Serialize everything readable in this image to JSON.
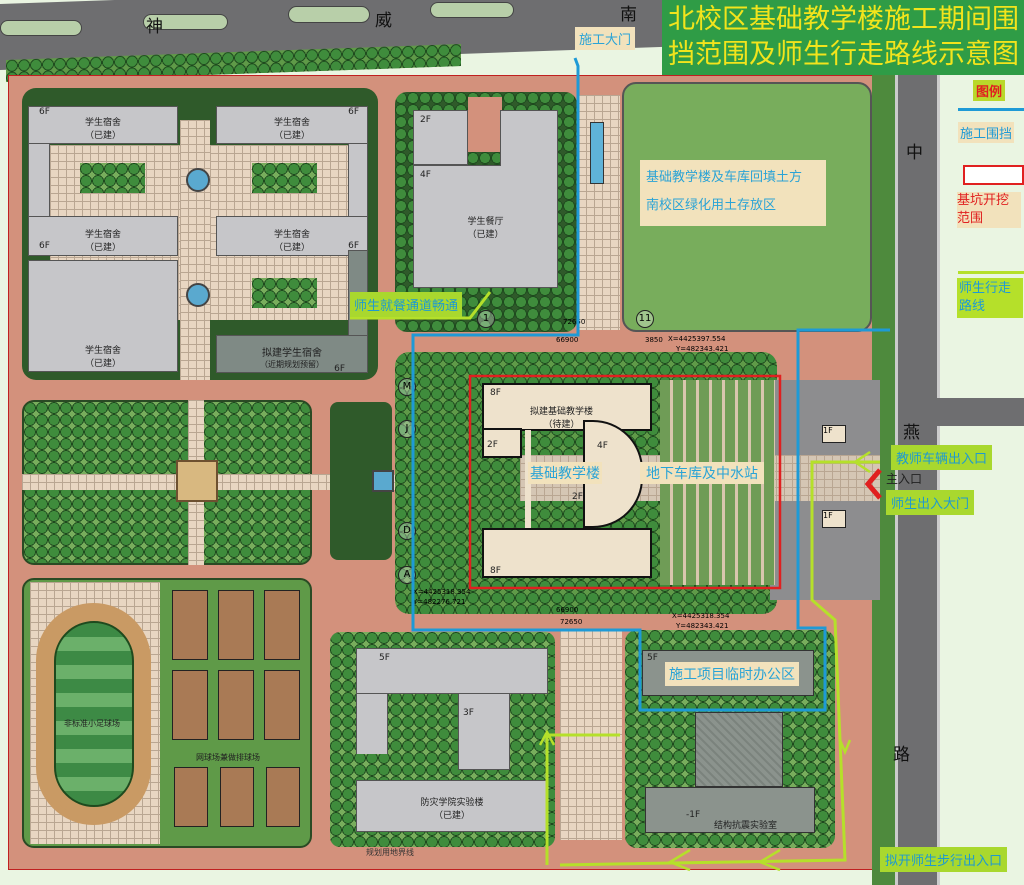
{
  "title": {
    "line1": "北校区基础教学楼施工期间围",
    "line2": "挡范围及师生行走路线示意图"
  },
  "roads": {
    "north": [
      "神",
      "威",
      "南"
    ],
    "east": [
      "中",
      "燕",
      "路"
    ],
    "main_entrance": "主入口"
  },
  "legend": {
    "title": "图例",
    "items": [
      {
        "label": "施工围挡",
        "color": "#1e9ad6"
      },
      {
        "label": "基坑开挖范围",
        "color": "#e02020"
      },
      {
        "label": "师生行走路线",
        "color": "#b5e02a"
      }
    ]
  },
  "buildings": {
    "dorm_nw": {
      "name": "学生宿舍",
      "status": "（已建）",
      "floors": "6F"
    },
    "dorm_ne": {
      "name": "学生宿舍",
      "status": "（已建）",
      "floors": "6F"
    },
    "dorm_w2": {
      "name": "学生宿舍",
      "status": "（已建）",
      "floors": "6F"
    },
    "dorm_e2": {
      "name": "学生宿舍",
      "status": "（已建）",
      "floors": "6F"
    },
    "dorm_sw": {
      "name": "学生宿舍",
      "status": "（已建）"
    },
    "dorm_planned": {
      "name": "拟建学生宿舍",
      "status": "（近期规划预留）",
      "floors": "6F"
    },
    "dining": {
      "name": "学生餐厅",
      "status": "（已建）",
      "floors_a": "2F",
      "floors_b": "4F"
    },
    "teaching": {
      "name": "拟建基础教学楼",
      "status": "（待建）",
      "f1": "8F",
      "f2": "2F",
      "f3": "4F",
      "f4": "2F",
      "f5": "8F"
    },
    "lab": {
      "name": "防灾学院实验楼",
      "status": "（已建）",
      "f1": "5F",
      "f2": "3F"
    },
    "office_floors": "5F",
    "seismic": {
      "name": "结构抗震实验室",
      "floors": "-1F"
    },
    "gate_floors": [
      "1F",
      "1F"
    ]
  },
  "areas": {
    "football": "非标准小足球场",
    "tennis": "网球场兼做排球场",
    "boundary": "规划用地界线"
  },
  "annotations": {
    "construction_gate": "施工大门",
    "dining_path": "师生就餐通道畅通",
    "soil_storage_1": "基础教学楼及车库回填土方",
    "soil_storage_2": "南校区绿化用土存放区",
    "teaching_building": "基础教学楼",
    "garage": "地下车库及中水站",
    "temp_office": "施工项目临时办公区",
    "teacher_vehicle_entrance": "教师车辆出入口",
    "main_gate": "师生出入大门",
    "pedestrian_entrance": "拟开师生步行出入口"
  },
  "dimensions": {
    "top1": "72650",
    "top2": "66900",
    "top3": "3850",
    "bottom1": "66900",
    "bottom2": "72650",
    "coord_ne_x": "X=4425397.554",
    "coord_ne_y": "Y=482343.421",
    "coord_sw_x": "X=4425318.354",
    "coord_sw_y": "Y=482276.721",
    "coord_se_x": "X=4425318.354",
    "coord_se_y": "Y=482343.421",
    "axes": [
      "M",
      "J",
      "D",
      "A",
      "1",
      "11"
    ]
  }
}
